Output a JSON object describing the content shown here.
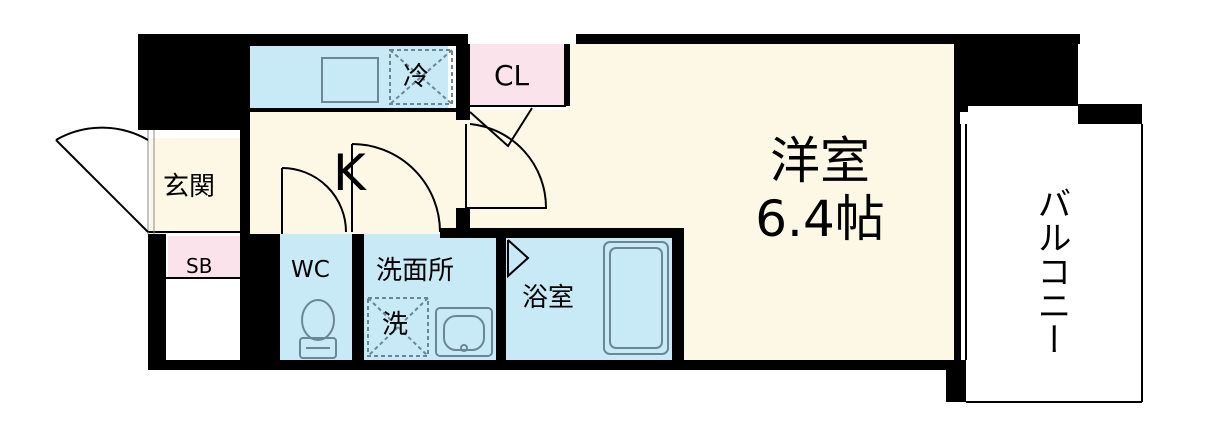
{
  "rooms": {
    "kitchen": "K",
    "western_room": "洋室",
    "western_room_size": "6.4帖",
    "entrance": "玄関",
    "shoe_box": "SB",
    "toilet": "WC",
    "washroom": "洗面所",
    "bathroom": "浴室",
    "closet": "CL",
    "fridge": "冷",
    "washer": "洗",
    "balcony": "バルコニー"
  },
  "colors": {
    "room_fill": "#fdf8e6",
    "water_area_fill": "#c8eaf6",
    "closet_fill": "#fbe3ec",
    "wall": "#000000",
    "fixture_stroke": "#6a8794"
  }
}
